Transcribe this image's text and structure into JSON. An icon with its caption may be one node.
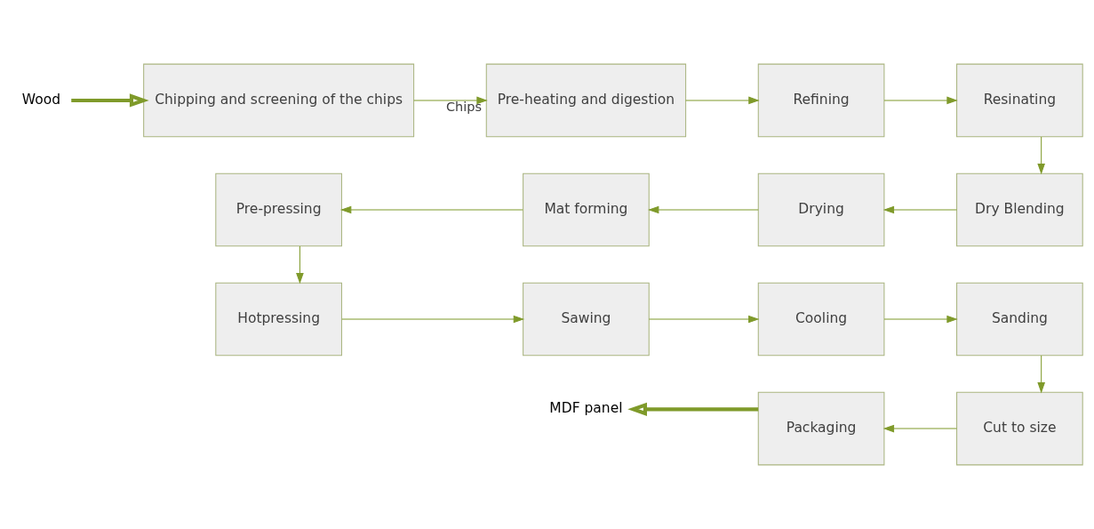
{
  "diagram": {
    "nodes": [
      {
        "text": [
          "Wood"
        ]
      },
      {
        "text": [
          "Chipping and screening of the chips"
        ]
      },
      {
        "text": [
          "Pre-heating and digestion"
        ]
      },
      {
        "text": [
          "Refining"
        ]
      },
      {
        "text": [
          "Resinating"
        ]
      },
      {
        "text": [
          "Dry Blending"
        ]
      },
      {
        "text": [
          "Drying"
        ]
      },
      {
        "text": [
          "Mat forming"
        ]
      },
      {
        "text": [
          "Pre-pressing"
        ]
      },
      {
        "text": [
          "Hotpressing"
        ]
      },
      {
        "text": [
          "Sawing"
        ]
      },
      {
        "text": [
          "Cooling"
        ]
      },
      {
        "text": [
          "Sanding"
        ]
      },
      {
        "text": [
          "Cut to size"
        ]
      },
      {
        "text": [
          "Packaging"
        ]
      },
      {
        "text": [
          "MDF panel"
        ]
      }
    ],
    "edges": [
      {
        "from": 0,
        "to": 1,
        "arrow": "to",
        "style": "thick"
      },
      {
        "from": 1,
        "to": 2,
        "arrow": "to",
        "label": "Chips"
      },
      {
        "from": 2,
        "to": 3,
        "arrow": "to"
      },
      {
        "from": 3,
        "to": 4,
        "arrow": "to"
      },
      {
        "from": 4,
        "to": 5,
        "arrow": "to"
      },
      {
        "from": 5,
        "to": 6,
        "arrow": "to"
      },
      {
        "from": 6,
        "to": 7,
        "arrow": "to"
      },
      {
        "from": 7,
        "to": 8,
        "arrow": "to"
      },
      {
        "from": 8,
        "to": 9,
        "arrow": "to"
      },
      {
        "from": 9,
        "to": 10,
        "arrow": "to"
      },
      {
        "from": 10,
        "to": 11,
        "arrow": "to"
      },
      {
        "from": 11,
        "to": 12,
        "arrow": "to"
      },
      {
        "from": 12,
        "to": 13,
        "arrow": "to"
      },
      {
        "from": 13,
        "to": 14,
        "arrow": "to"
      },
      {
        "from": 14,
        "to": 15,
        "arrow": "to",
        "style": "thick"
      }
    ]
  }
}
